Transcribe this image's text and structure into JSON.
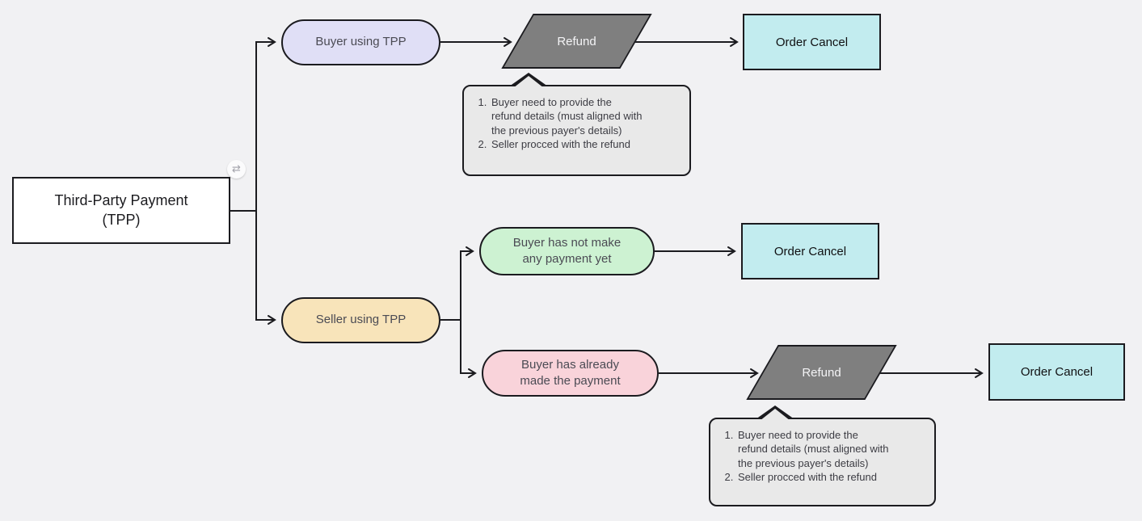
{
  "diagram": {
    "root": {
      "label": "Third-Party Payment (TPP)"
    },
    "badge": {
      "icon": "swap-arrows-icon",
      "glyph": "⇄"
    },
    "nodes": {
      "buyer_tpp": {
        "label": "Buyer using TPP",
        "fill": "#e0dff6"
      },
      "seller_tpp": {
        "label": "Seller using TPP",
        "fill": "#f8e4ba"
      },
      "no_payment": {
        "label": "Buyer has not make any payment yet",
        "fill": "#cdf2d2"
      },
      "paid": {
        "label": "Buyer has already made the payment",
        "fill": "#f9d3da"
      },
      "refund_top": {
        "label": "Refund",
        "fill": "#7f7f7f"
      },
      "refund_bottom": {
        "label": "Refund",
        "fill": "#7f7f7f"
      },
      "cancel_top": {
        "label": "Order Cancel",
        "fill": "#c2ecef"
      },
      "cancel_middle": {
        "label": "Order Cancel",
        "fill": "#c2ecef"
      },
      "cancel_bottom": {
        "label": "Order Cancel",
        "fill": "#c2ecef"
      }
    },
    "notes": {
      "note_top": {
        "items": [
          "Buyer need to provide the refund details (must aligned with the previous payer's details)",
          "Seller procced with the refund"
        ]
      },
      "note_bottom": {
        "items": [
          "Buyer need to provide the refund details (must aligned with the previous payer's details)",
          "Seller procced with the refund"
        ]
      }
    },
    "colors": {
      "canvas_bg": "#f1f1f3",
      "stroke": "#1b1b1f",
      "root_fill": "#ffffff",
      "note_fill": "#e9e9e9",
      "refund_text": "#f4f4f6"
    }
  }
}
